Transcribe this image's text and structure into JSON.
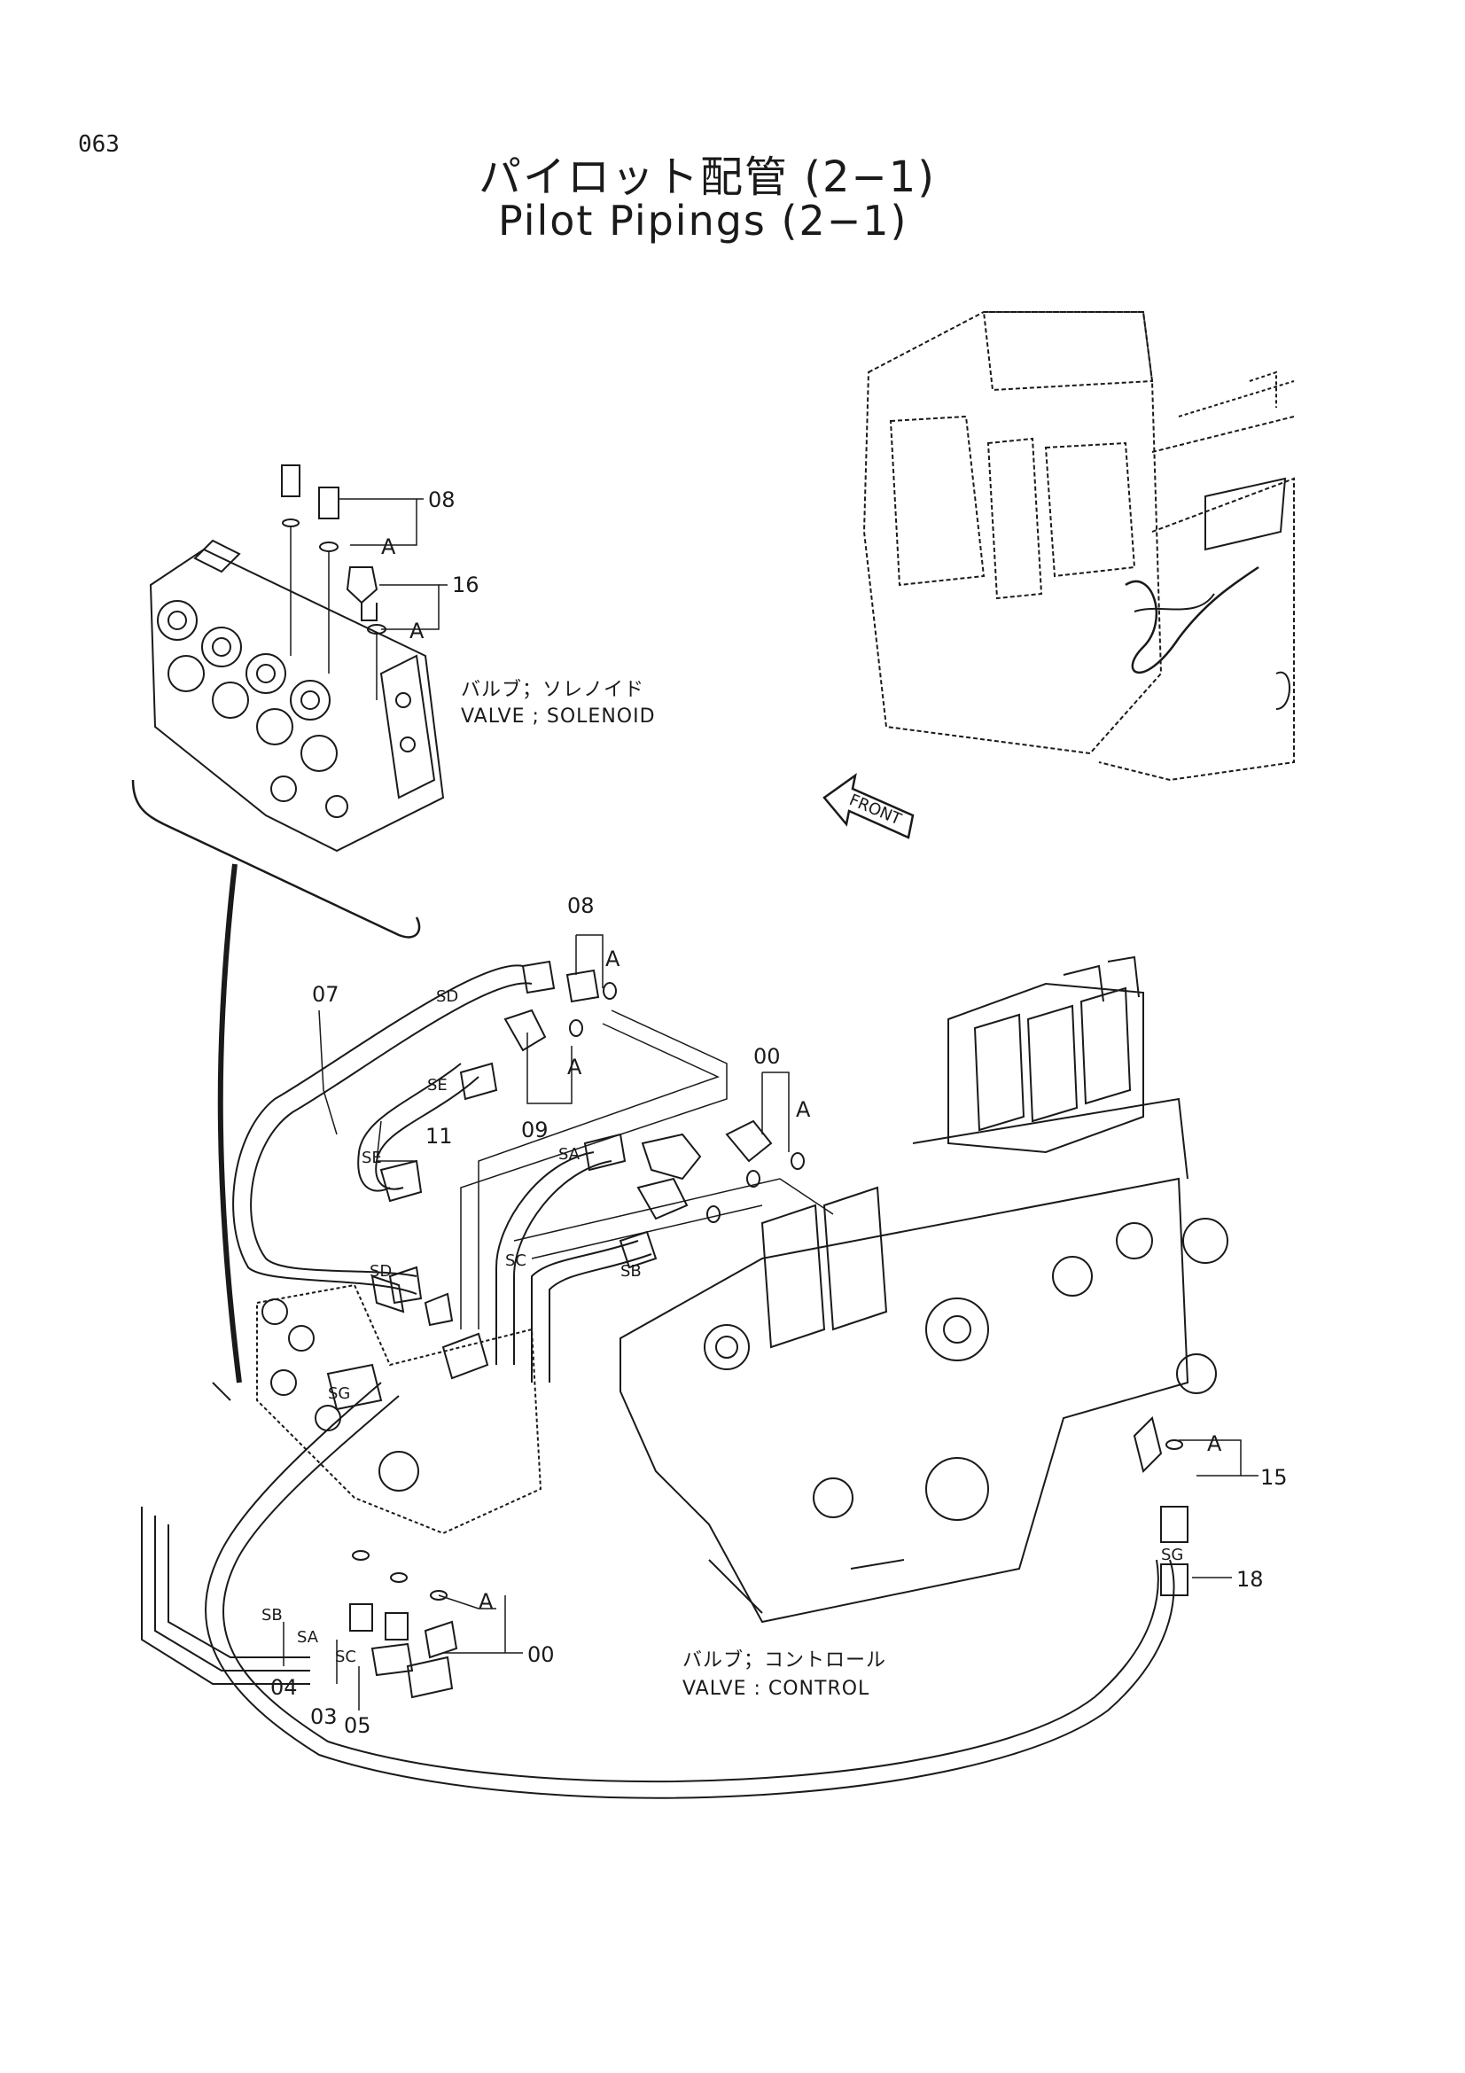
{
  "page_number": "063",
  "title_jp": "パイロット配管 (2−1)",
  "title_en": "Pilot Pipings (2−1)",
  "front_arrow": "FRONT",
  "solenoid_valve": {
    "jp": "バルブ；ソレノイド",
    "en": "VALVE ; SOLENOID"
  },
  "control_valve": {
    "jp": "バルブ；コントロール",
    "en": "VALVE : CONTROL"
  },
  "callouts": {
    "p08_top": "08",
    "a_top1": "A",
    "p16": "16",
    "a_top2": "A",
    "p08_mid": "08",
    "a_mid1": "A",
    "a_mid2": "A",
    "p07": "07",
    "p11": "11",
    "p09": "09",
    "p00_mid": "00",
    "a_mid3": "A",
    "a_right": "A",
    "p15": "15",
    "p18": "18",
    "a_bottom": "A",
    "p00_bottom": "00",
    "p04": "04",
    "p03": "03",
    "p05": "05"
  },
  "hose_tags": {
    "sd1": "SD",
    "se1": "SE",
    "se2": "SE",
    "sa1": "SA",
    "sc1": "SC",
    "sb1": "SB",
    "sd2": "SD",
    "sg1": "SG",
    "sg2": "SG",
    "sb2": "SB",
    "sa2": "SA",
    "sc2": "SC"
  }
}
